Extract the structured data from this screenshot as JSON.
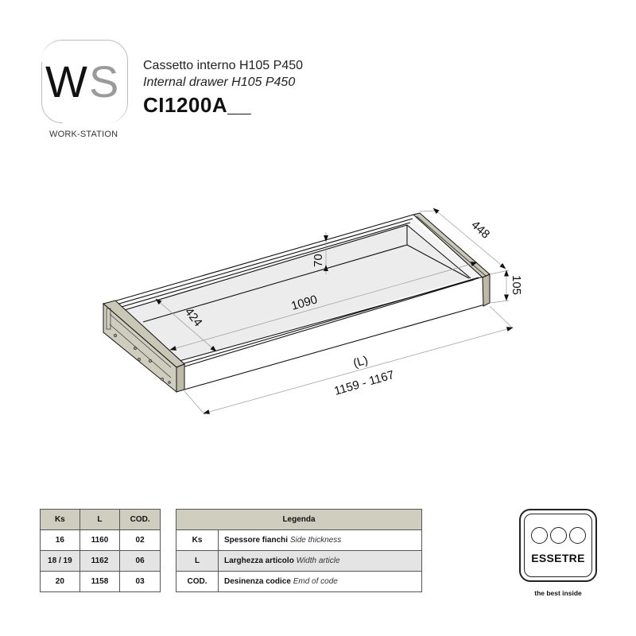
{
  "header": {
    "logo": {
      "letter_w": "W",
      "letter_s": "S",
      "subtitle": "WORK-STATION"
    },
    "title_it": "Cassetto interno H105 P450",
    "title_en": "Internal drawer H105 P450",
    "product_code": "CI1200A__"
  },
  "drawing": {
    "type": "isometric-drawer",
    "dimensions": {
      "inner_height": "70",
      "inner_length": "1090",
      "inner_depth": "424",
      "outer_depth": "448",
      "outer_height": "105",
      "length_label": "(L)",
      "length_range": "1159 - 1167"
    },
    "colors": {
      "panel": "#c9c7b6",
      "floor": "#ececec",
      "line": "#111111",
      "dim_line": "#999999"
    }
  },
  "codes_table": {
    "headers": [
      "Ks",
      "L",
      "COD."
    ],
    "rows": [
      [
        "16",
        "1160",
        "02"
      ],
      [
        "18 / 19",
        "1162",
        "06"
      ],
      [
        "20",
        "1158",
        "03"
      ]
    ]
  },
  "legend_table": {
    "title": "Legenda",
    "rows": [
      {
        "key": "Ks",
        "it": "Spessore fianchi",
        "en": "Side thickness"
      },
      {
        "key": "L",
        "it": "Larghezza articolo",
        "en": "Width article"
      },
      {
        "key": "COD.",
        "it": "Desinenza codice",
        "en": "Emd of code"
      }
    ]
  },
  "brand": {
    "name": "ESSETRE",
    "tagline": "the best inside"
  },
  "style": {
    "header_bg": "#cfcdbd",
    "row_shade": "#e4e4e4"
  }
}
